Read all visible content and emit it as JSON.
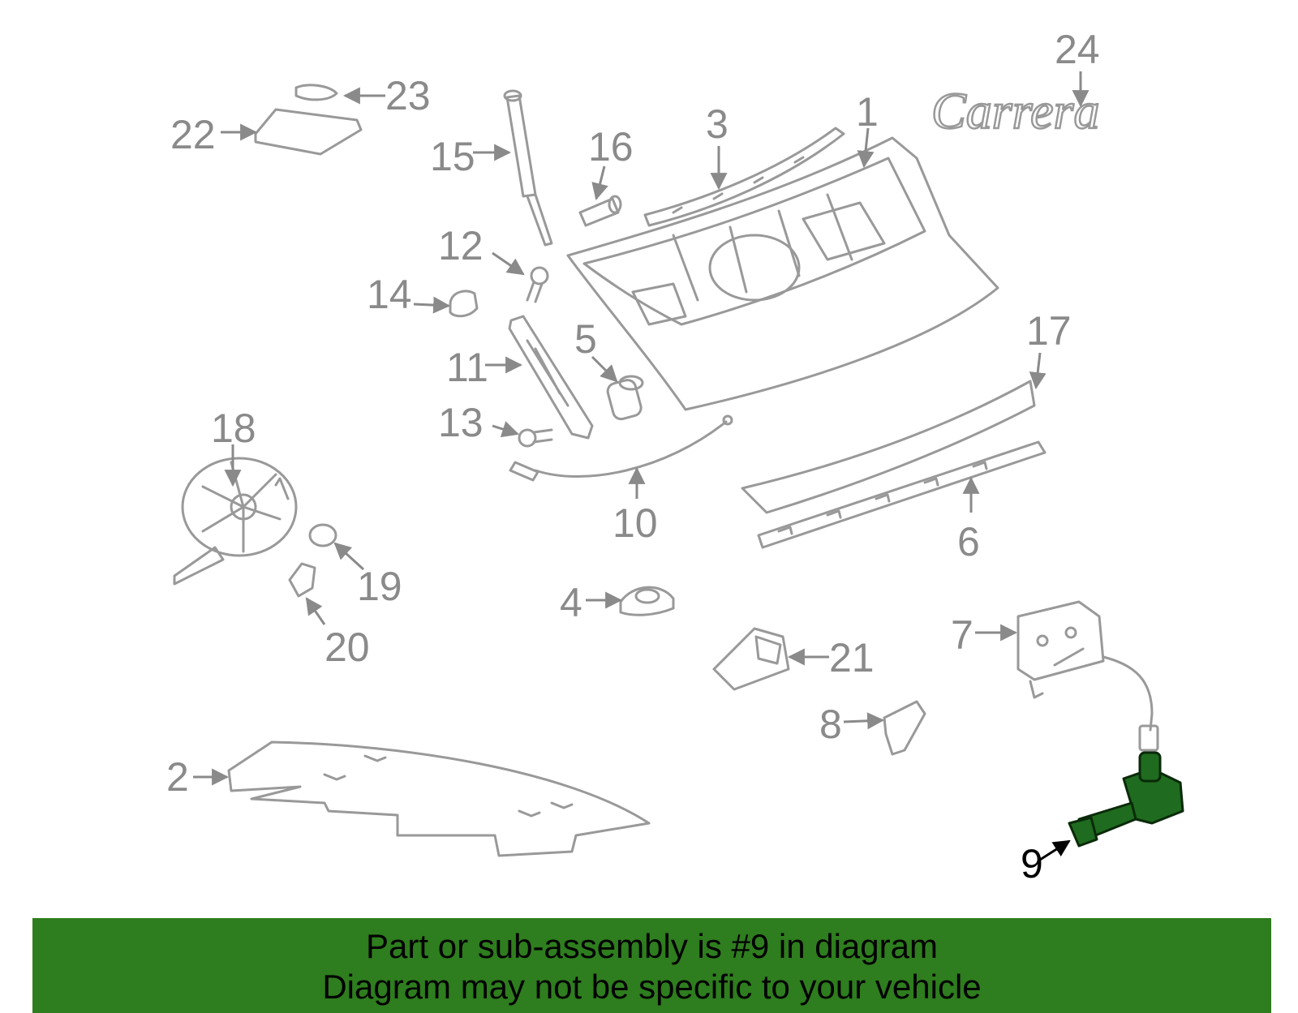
{
  "diagram": {
    "colors": {
      "part_stroke": "#999999",
      "label": "#8a8a8a",
      "highlight_fill": "#1f6b1f",
      "highlight_label": "#000000",
      "banner_bg": "#2e7d1e"
    },
    "callouts": [
      "1",
      "2",
      "3",
      "4",
      "5",
      "6",
      "7",
      "8",
      "9",
      "10",
      "11",
      "12",
      "13",
      "14",
      "15",
      "16",
      "17",
      "18",
      "19",
      "20",
      "21",
      "22",
      "23",
      "24"
    ],
    "highlighted_callout": "9",
    "emblem_text": "Carrera"
  },
  "banner": {
    "line1": "Part or sub-assembly is #9 in diagram",
    "line2": "Diagram may not be specific to your vehicle"
  }
}
